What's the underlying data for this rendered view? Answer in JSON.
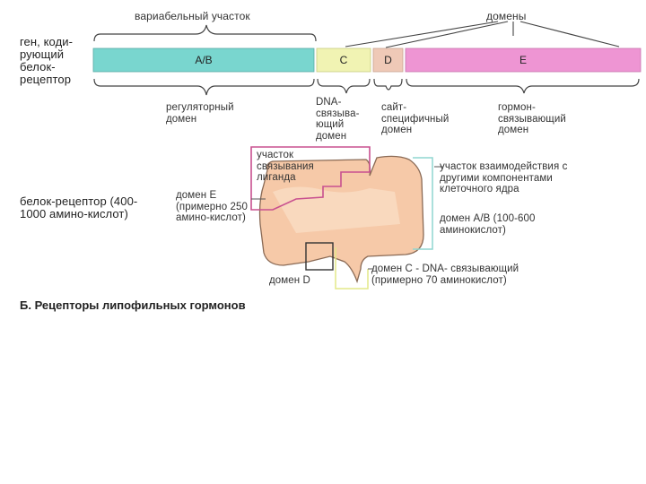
{
  "gene_bar": {
    "label_gene": "ген, коди-рующий белок-рецептор",
    "variable_region": "вариабельный участок",
    "domains_title": "домены",
    "segments": [
      {
        "id": "ab",
        "label": "A/B",
        "color": "#79d6cf"
      },
      {
        "id": "c",
        "label": "C",
        "color": "#f1f3b3"
      },
      {
        "id": "d",
        "label": "D",
        "color": "#efc9b7"
      },
      {
        "id": "e",
        "label": "E",
        "color": "#ee95d3"
      }
    ],
    "below_labels": {
      "regulatory": "регуляторный домен",
      "dna_binding": "DNA-связыва-ющий домен",
      "site_specific": "сайт-специфичный домен",
      "hormone_binding": "гормон-связывающий домен"
    }
  },
  "protein": {
    "label": "белок-рецептор (400-1000 амино-кислот)",
    "ligand_site": "участок связывания лиганда",
    "domain_e": "домен E (примерно 250 амино-кислот)",
    "interaction_site": "участок взаимодействия с другими компонентами клеточного ядра",
    "domain_ab": "домен A/B (100-600 аминокислот)",
    "domain_d": "домен D",
    "domain_c": "домен C - DNA- связывающий (примерно 70 аминокислот)",
    "colors": {
      "fill": "#f6c9a8",
      "outline": "#8a6a55",
      "ligand_box": "#c8508f",
      "cyan_box": "#8fd6d0",
      "yellow_box": "#e4e888"
    }
  },
  "caption": "Б. Рецепторы липофильных гормонов"
}
